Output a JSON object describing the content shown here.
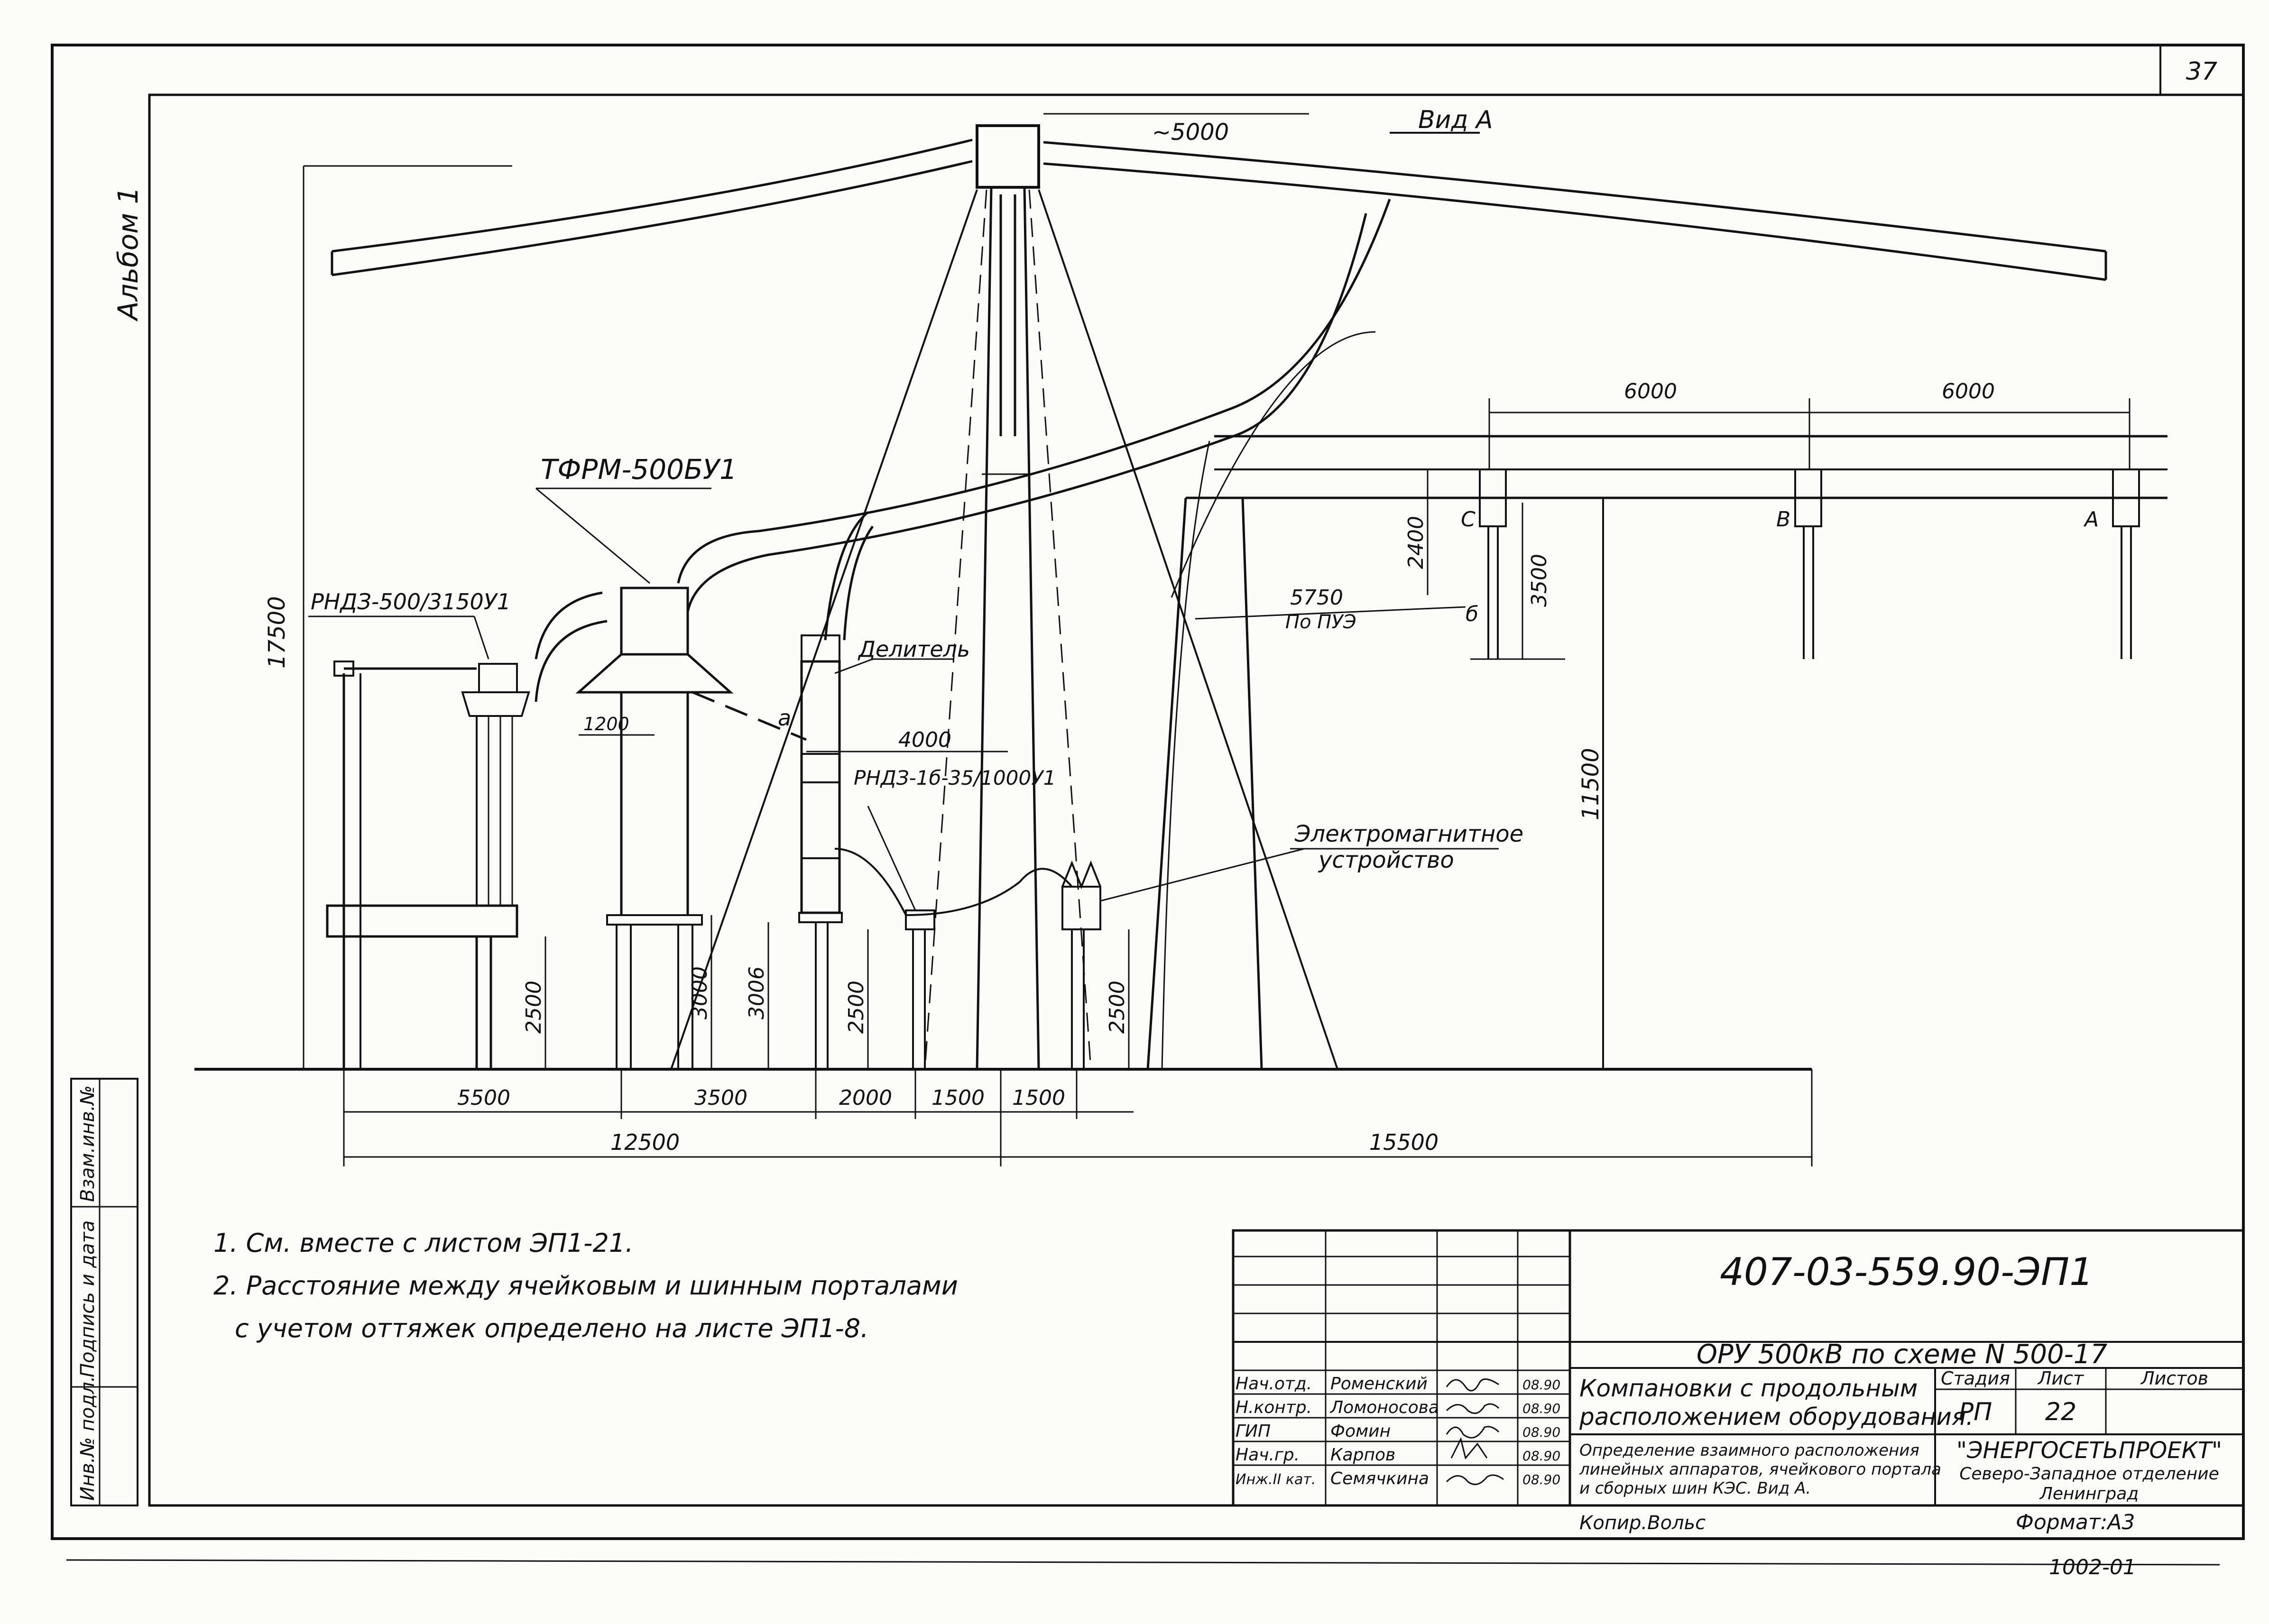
{
  "sheet_number": "37",
  "album_label": "Альбом 1",
  "view_title": "Вид А",
  "dimensions": {
    "top_span": "~5000",
    "d6000_left": "6000",
    "d6000_right": "6000",
    "h17500": "17500",
    "h11500": "11500",
    "h2400": "2400",
    "h3500": "3500",
    "d5750": "5750",
    "d5750_note": "По ПУЭ",
    "d1200": "1200",
    "d4000": "4000",
    "h2500_a": "2500",
    "h3000": "3000",
    "h3006": "3006",
    "h2500_b": "2500",
    "h2500_c": "2500",
    "b5500": "5500",
    "b3500": "3500",
    "b2000": "2000",
    "b1500_a": "1500",
    "b1500_b": "1500",
    "b12500": "12500",
    "b15500": "15500"
  },
  "labels": {
    "disconnector_main": "РНДЗ-500/3150У1",
    "transformer": "ТФРМ-500БУ1",
    "divider": "Делитель",
    "disconnector_small": "РНДЗ-1б-35/1000У1",
    "em_device_1": "Электромагнитное",
    "em_device_2": "устройство",
    "point_a_small": "а",
    "point_b_small": "б",
    "phase_c": "С",
    "phase_b": "В",
    "phase_a": "А"
  },
  "notes": [
    "1. См. вместе с листом ЭП1-21.",
    "2. Расстояние между ячейковым и шинным порталами",
    "с учетом оттяжек определено на листе ЭП1-8."
  ],
  "side_stamp": {
    "field_1": "Инв.№ подл.",
    "field_2": "Подпись и дата",
    "field_3": "Взам.инв.№"
  },
  "title_block": {
    "doc_code": "407-03-559.90-ЭП1",
    "project": "ОРУ 500кВ по схеме N 500-17",
    "desc_1": "Компановки с продольным",
    "desc_2": "расположением оборудования.",
    "sheet_desc_1": "Определение взаимного расположения",
    "sheet_desc_2": "линейных аппаратов, ячейкового портала",
    "sheet_desc_3": "и сборных шин КЭС. Вид А.",
    "stage_header": "Стадия",
    "sheet_header": "Лист",
    "sheets_header": "Листов",
    "stage": "РП",
    "sheet": "22",
    "org_1": "\"ЭНЕРГОСЕТЬПРОЕКТ\"",
    "org_2": "Северо-Западное отделение",
    "org_3": "Ленинград",
    "copied_by": "Копир.Вольс",
    "format": "Формат:А3",
    "footer_code": "1002-01",
    "staff": [
      {
        "role": "Нач.отд.",
        "name": "Роменский",
        "date": "08.90"
      },
      {
        "role": "Н.контр.",
        "name": "Ломоносова",
        "date": "08.90"
      },
      {
        "role": "ГИП",
        "name": "Фомин",
        "date": "08.90"
      },
      {
        "role": "Нач.гр.",
        "name": "Карпов",
        "date": "08.90"
      },
      {
        "role": "Инж.II кат.",
        "name": "Семячкина",
        "date": "08.90"
      }
    ]
  }
}
